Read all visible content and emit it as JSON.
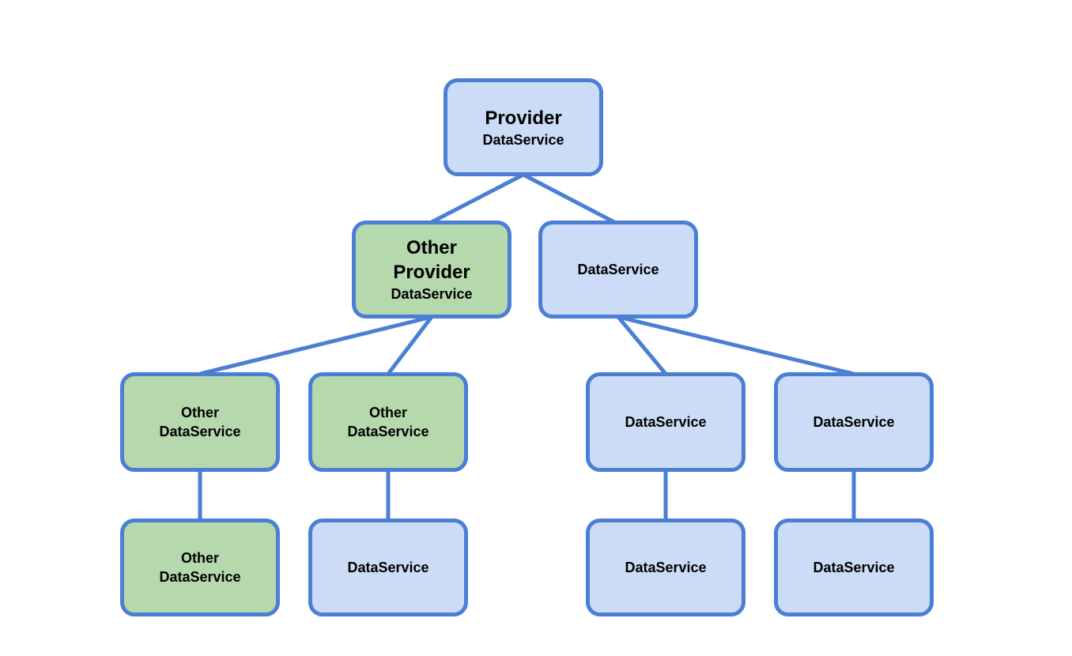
{
  "colors": {
    "edge": "#4a7fd4",
    "border": "#4a7fd4",
    "blue_fill": "#ccdcf7",
    "green_fill": "#b6d8ad"
  },
  "nodes": [
    {
      "id": "root",
      "style": "blue",
      "title": [
        "Provider"
      ],
      "lines": [
        "DataService"
      ]
    },
    {
      "id": "other-provider",
      "style": "green",
      "title": [
        "Other",
        "Provider"
      ],
      "lines": [
        "DataService"
      ]
    },
    {
      "id": "ds-mid",
      "style": "blue",
      "title": [],
      "lines": [
        "DataService"
      ]
    },
    {
      "id": "other-ds-1",
      "style": "green",
      "title": [],
      "lines": [
        "Other",
        "DataService"
      ]
    },
    {
      "id": "other-ds-2",
      "style": "green",
      "title": [],
      "lines": [
        "Other",
        "DataService"
      ]
    },
    {
      "id": "ds-3",
      "style": "blue",
      "title": [],
      "lines": [
        "DataService"
      ]
    },
    {
      "id": "ds-4",
      "style": "blue",
      "title": [],
      "lines": [
        "DataService"
      ]
    },
    {
      "id": "other-ds-leaf",
      "style": "green",
      "title": [],
      "lines": [
        "Other",
        "DataService"
      ]
    },
    {
      "id": "ds-leaf-1",
      "style": "blue",
      "title": [],
      "lines": [
        "DataService"
      ]
    },
    {
      "id": "ds-leaf-2",
      "style": "blue",
      "title": [],
      "lines": [
        "DataService"
      ]
    },
    {
      "id": "ds-leaf-3",
      "style": "blue",
      "title": [],
      "lines": [
        "DataService"
      ]
    }
  ],
  "edges": [
    [
      "root",
      "other-provider"
    ],
    [
      "root",
      "ds-mid"
    ],
    [
      "other-provider",
      "other-ds-1"
    ],
    [
      "other-provider",
      "other-ds-2"
    ],
    [
      "ds-mid",
      "ds-3"
    ],
    [
      "ds-mid",
      "ds-4"
    ],
    [
      "other-ds-1",
      "other-ds-leaf"
    ],
    [
      "other-ds-2",
      "ds-leaf-1"
    ],
    [
      "ds-3",
      "ds-leaf-2"
    ],
    [
      "ds-4",
      "ds-leaf-3"
    ]
  ]
}
